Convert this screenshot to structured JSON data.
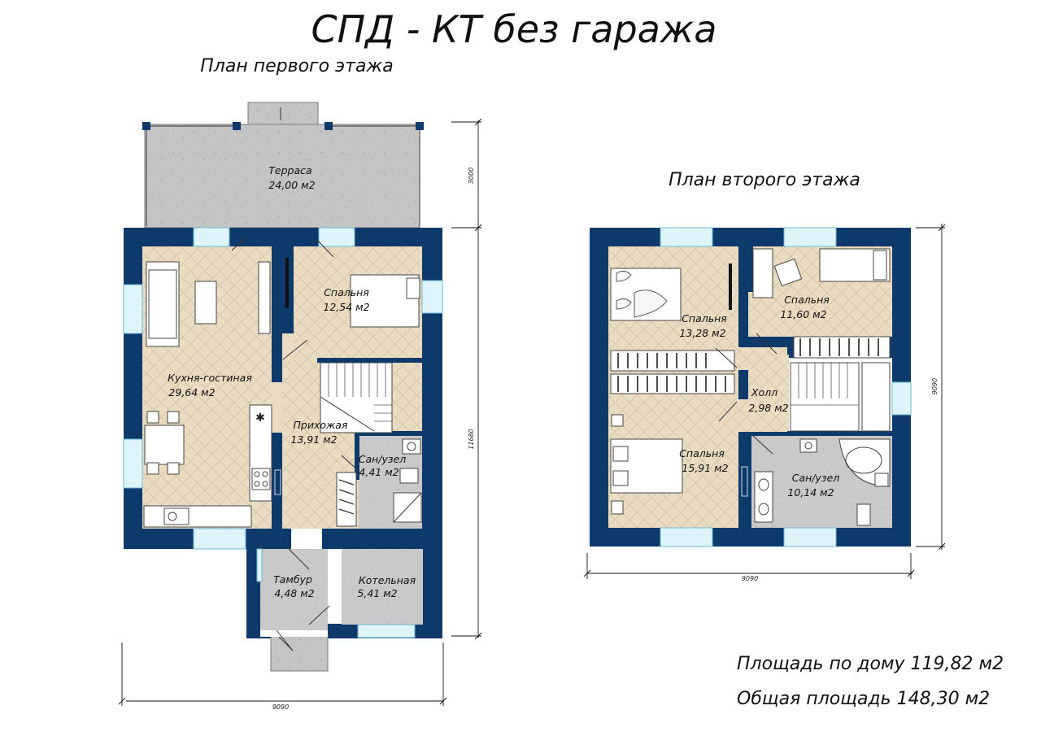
{
  "title": "СПД - КТ без гаража",
  "floor1": {
    "title": "План первого этажа",
    "dim_width": "9090",
    "dim_height": "11680",
    "dim_terrace": "3000",
    "rooms": [
      {
        "name": "Терраса",
        "area": "24,00 м2"
      },
      {
        "name": "Спальня",
        "area": "12,54 м2"
      },
      {
        "name": "Кухня-гостиная",
        "area": "29,64 м2"
      },
      {
        "name": "Прихожая",
        "area": "13,91 м2"
      },
      {
        "name": "Сан/узел",
        "area": "4,41 м2"
      },
      {
        "name": "Тамбур",
        "area": "4,48 м2"
      },
      {
        "name": "Котельная",
        "area": "5,41 м2"
      }
    ]
  },
  "floor2": {
    "title": "План второго этажа",
    "dim_width": "9090",
    "dim_height": "9090",
    "rooms": [
      {
        "name": "Спальня",
        "area": "13,28 м2"
      },
      {
        "name": "Спальня",
        "area": "11,60 м2"
      },
      {
        "name": "Холл",
        "area": "2,98 м2"
      },
      {
        "name": "Спальня",
        "area": "15,91 м2"
      },
      {
        "name": "Сан/узел",
        "area": "10,14 м2"
      }
    ]
  },
  "summary": {
    "house_area": "Площадь по дому 119,82 м2",
    "total_area": "Общая площадь 148,30 м2"
  },
  "colors": {
    "wall": "#0d3a6b",
    "floor_wood": "#e9dcc2",
    "floor_tile": "#c7c7c7",
    "window_glass": "#dff3fa"
  }
}
